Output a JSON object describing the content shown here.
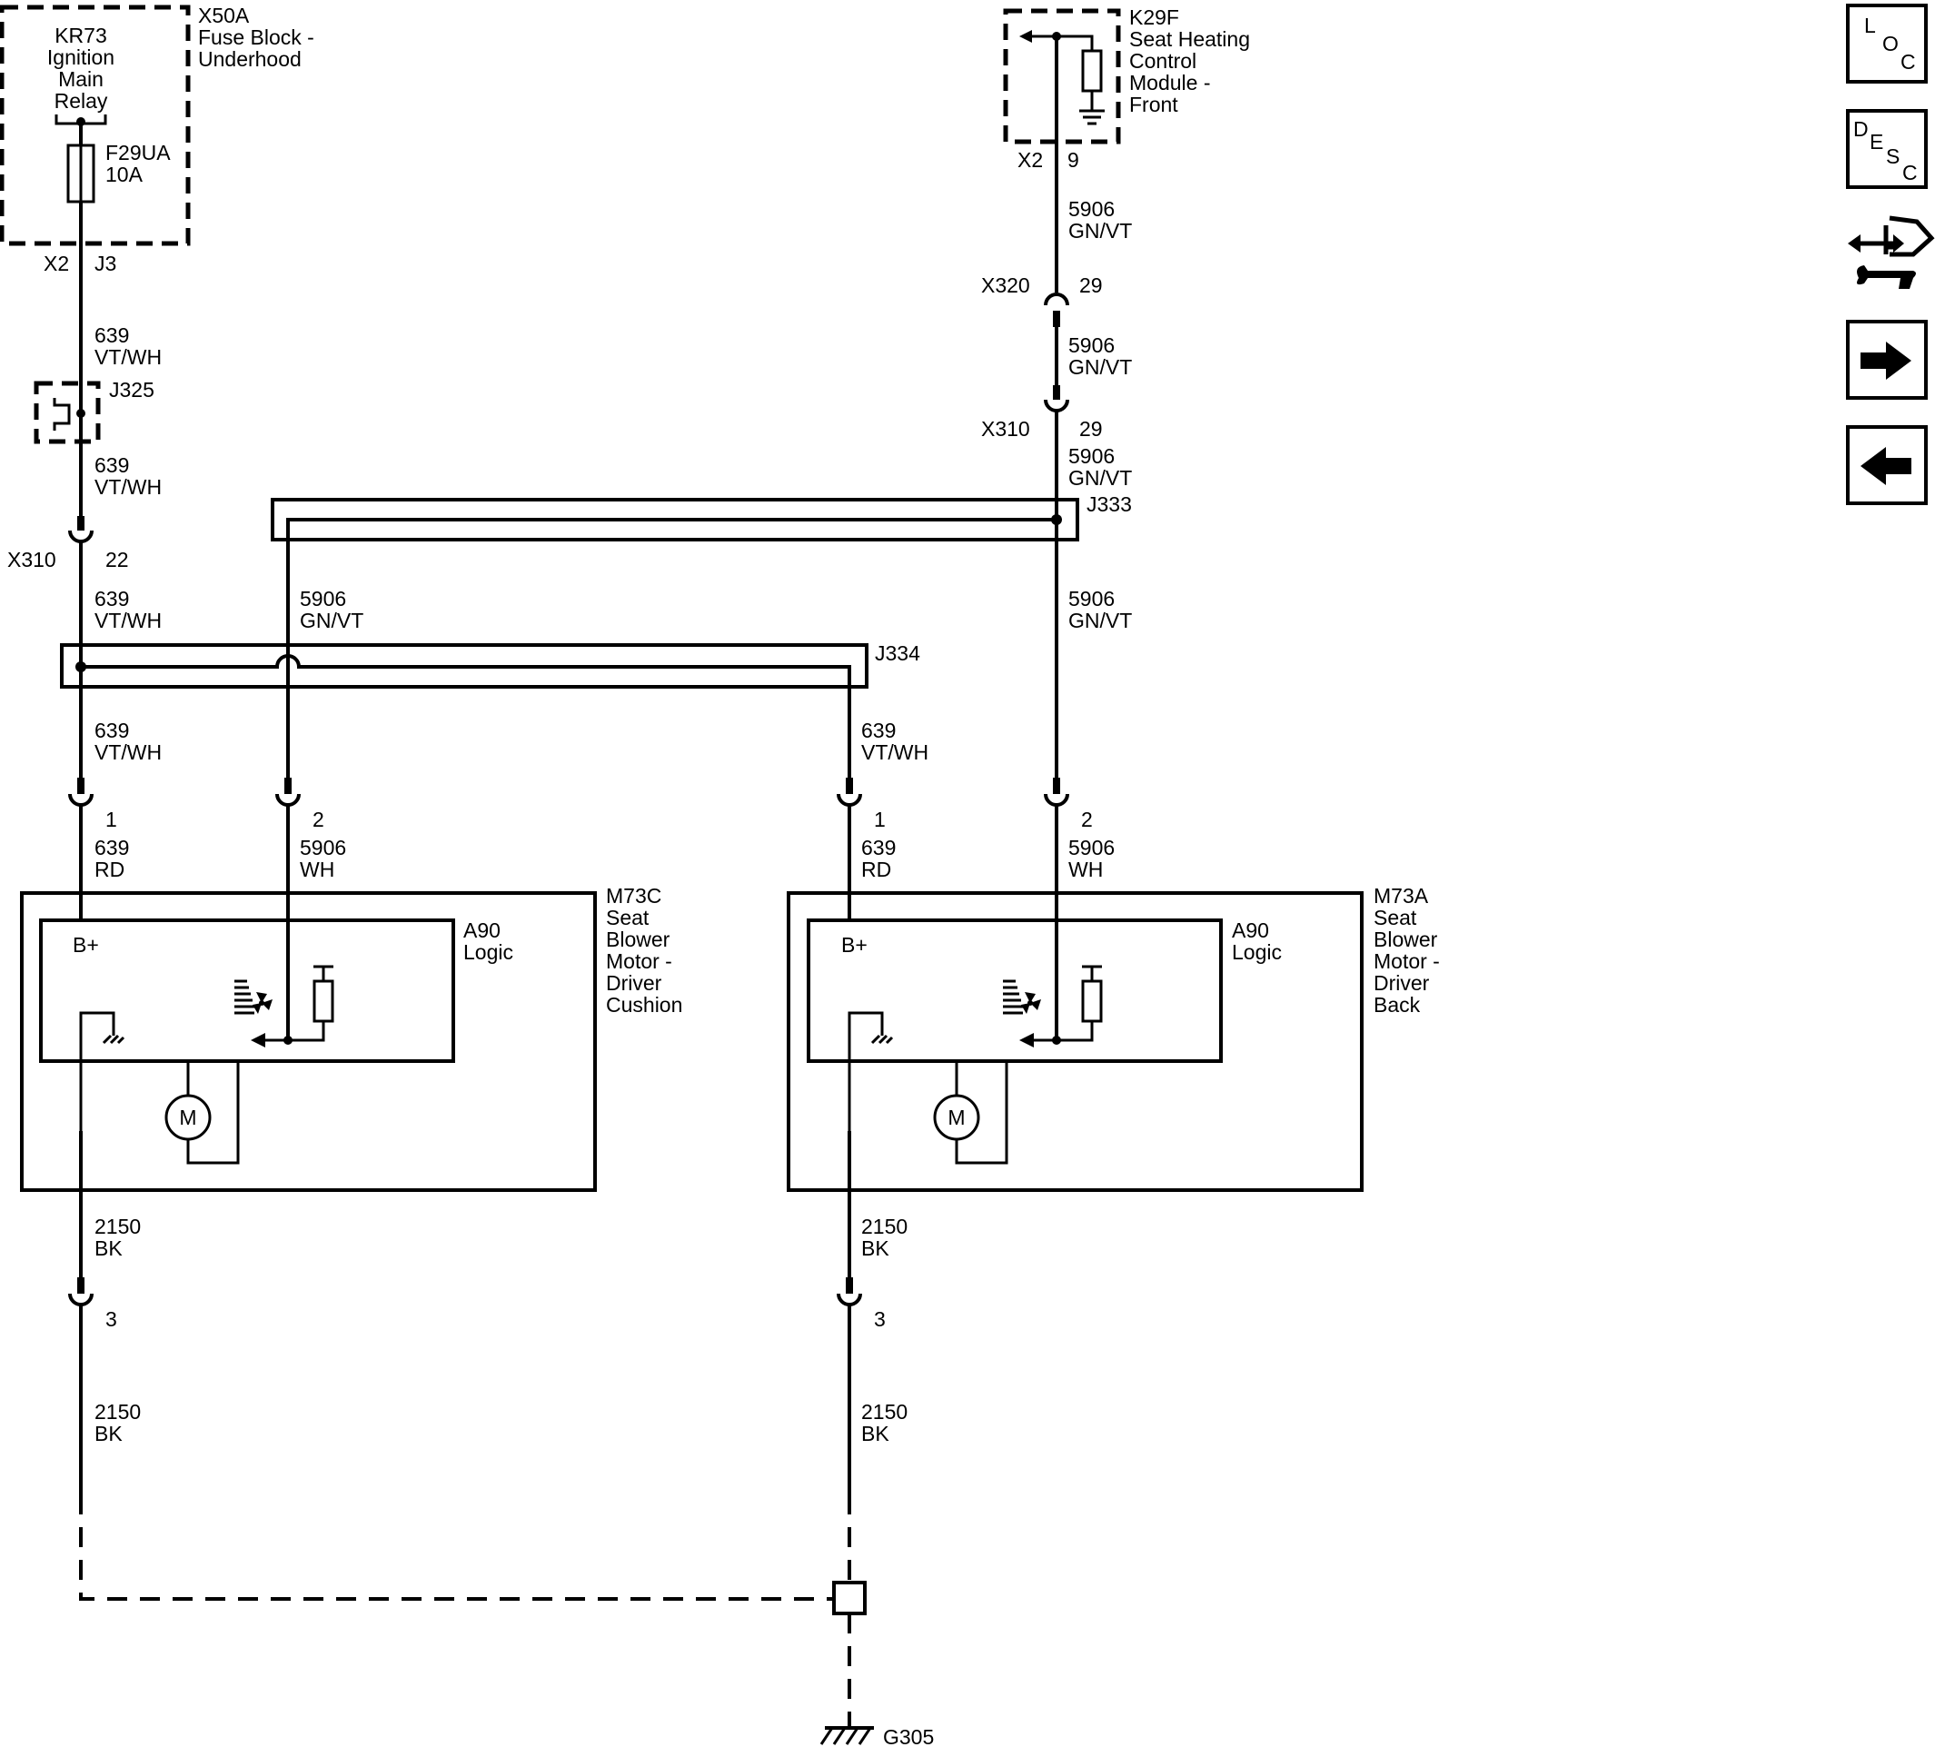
{
  "components": {
    "kr73": [
      "KR73",
      "Ignition",
      "Main",
      "Relay"
    ],
    "x50a": [
      "X50A",
      "Fuse Block -",
      "Underhood"
    ],
    "fuse": [
      "F29UA",
      "10A"
    ],
    "k29f": [
      "K29F",
      "Seat Heating",
      "Control",
      "Module -",
      "Front"
    ],
    "m73c": [
      "M73C",
      "Seat",
      "Blower",
      "Motor -",
      "Driver",
      "Cushion"
    ],
    "m73a": [
      "M73A",
      "Seat",
      "Blower",
      "Motor -",
      "Driver",
      "Back"
    ],
    "a90": [
      "A90",
      "Logic"
    ],
    "bplus": "B+",
    "motor": "M",
    "ground": "G305"
  },
  "connectors": {
    "x2_j3": [
      "X2",
      "J3"
    ],
    "x2_9": [
      "X2",
      "9"
    ],
    "x320": [
      "X320",
      "29"
    ],
    "x310_right": [
      "X310",
      "29"
    ],
    "x310_left": [
      "X310",
      "22"
    ],
    "j325": "J325",
    "j333": "J333",
    "j334": "J334",
    "pin1": "1",
    "pin2": "2",
    "pin3": "3"
  },
  "wires": {
    "vt_wh": [
      "639",
      "VT/WH"
    ],
    "gn_vt": [
      "5906",
      "GN/VT"
    ],
    "rd": [
      "639",
      "RD"
    ],
    "wh": [
      "5906",
      "WH"
    ],
    "bk": [
      "2150",
      "BK"
    ]
  },
  "side_buttons": {
    "loc": [
      "L",
      "O",
      "C"
    ],
    "desc": [
      "D",
      "E",
      "S",
      "C"
    ]
  },
  "icons": [
    "loc-icon",
    "desc-icon",
    "connector-repair-icon",
    "next-page-icon",
    "previous-page-icon"
  ]
}
